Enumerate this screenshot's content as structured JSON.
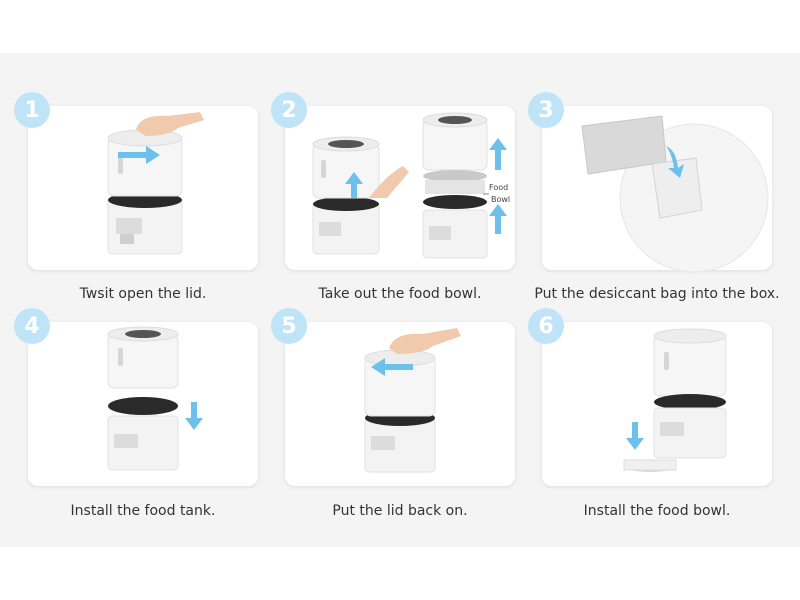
{
  "steps": [
    {
      "number": "1",
      "caption": "Twsit open the lid."
    },
    {
      "number": "2",
      "caption": "Take out the food bowl.",
      "callout": [
        "Food",
        "Bowl"
      ]
    },
    {
      "number": "3",
      "caption": "Put the desiccant bag into the box."
    },
    {
      "number": "4",
      "caption": "Install the food tank."
    },
    {
      "number": "5",
      "caption": "Put the lid back on."
    },
    {
      "number": "6",
      "caption": "Install the food bowl."
    }
  ],
  "colors": {
    "accent": "#6cc1ec",
    "badge": "#bfe4f7",
    "background": "#f4f4f4"
  }
}
